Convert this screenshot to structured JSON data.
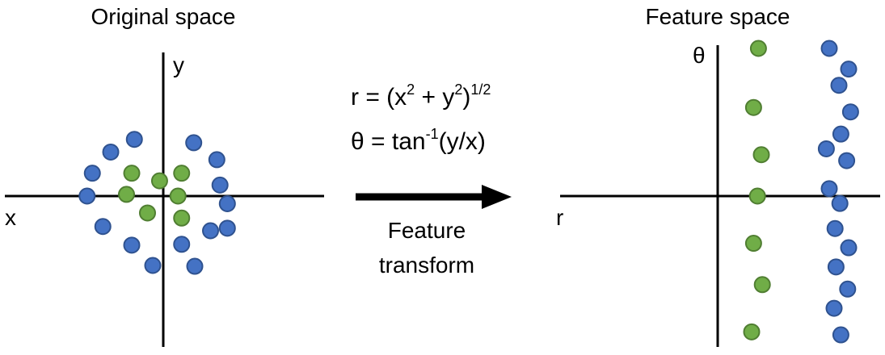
{
  "left_panel": {
    "title": "Original space",
    "x_label": "x",
    "y_label": "y",
    "blue_points": [
      [
        -0.55,
        0.67
      ],
      [
        -1.0,
        0.52
      ],
      [
        -1.35,
        0.27
      ],
      [
        -1.45,
        0.0
      ],
      [
        -1.15,
        -0.36
      ],
      [
        -0.6,
        -0.58
      ],
      [
        -0.2,
        -0.82
      ],
      [
        0.6,
        -0.83
      ],
      [
        0.58,
        0.63
      ],
      [
        1.02,
        0.43
      ],
      [
        1.08,
        0.13
      ],
      [
        1.22,
        -0.09
      ],
      [
        0.9,
        -0.41
      ],
      [
        1.22,
        -0.38
      ],
      [
        0.35,
        -0.57
      ]
    ],
    "green_points": [
      [
        -0.6,
        0.27
      ],
      [
        -0.07,
        0.18
      ],
      [
        0.35,
        0.27
      ],
      [
        -0.7,
        0.02
      ],
      [
        0.28,
        0.0
      ],
      [
        -0.3,
        -0.2
      ],
      [
        0.35,
        -0.26
      ]
    ],
    "colors": {
      "blue": "#4472c4",
      "green": "#70ad47",
      "blue_edge": "#2f528f",
      "green_edge": "#507e32"
    }
  },
  "middle": {
    "equation_r": {
      "lhs": "r = (x",
      "sup1": "2",
      "mid": " + y",
      "sup2": "2",
      "rhs": ")",
      "sup3": "1/2"
    },
    "equation_theta": {
      "lhs": "θ = tan",
      "sup": "-1",
      "rhs": "(y/x)"
    },
    "arrow_label_line1": "Feature",
    "arrow_label_line2": "transform"
  },
  "right_panel": {
    "title": "Feature space",
    "x_label": "r",
    "y_label": "θ",
    "green_points": [
      [
        0.42,
        1.0
      ],
      [
        0.37,
        0.6
      ],
      [
        0.45,
        0.28
      ],
      [
        0.41,
        0.0
      ],
      [
        0.37,
        -0.32
      ],
      [
        0.46,
        -0.6
      ],
      [
        0.35,
        -0.92
      ]
    ],
    "blue_points": [
      [
        1.15,
        1.0
      ],
      [
        1.35,
        0.86
      ],
      [
        1.25,
        0.75
      ],
      [
        1.37,
        0.57
      ],
      [
        1.27,
        0.42
      ],
      [
        1.12,
        0.32
      ],
      [
        1.33,
        0.24
      ],
      [
        1.15,
        0.05
      ],
      [
        1.26,
        -0.05
      ],
      [
        1.21,
        -0.22
      ],
      [
        1.35,
        -0.35
      ],
      [
        1.22,
        -0.48
      ],
      [
        1.34,
        -0.63
      ],
      [
        1.2,
        -0.76
      ],
      [
        1.27,
        -0.94
      ]
    ]
  }
}
